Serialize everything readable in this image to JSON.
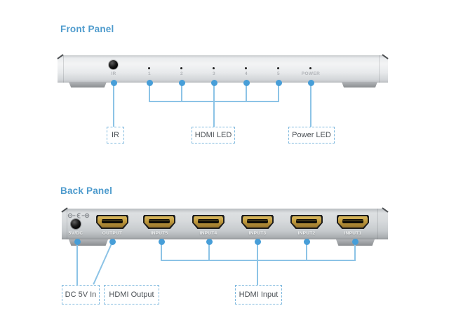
{
  "front": {
    "title": "Front Panel",
    "panel_labels": [
      "IR",
      "1",
      "2",
      "3",
      "4",
      "5",
      "POWER"
    ],
    "callouts": {
      "ir": "IR",
      "hdmi_led": "HDMI LED",
      "power_led": "Power LED"
    }
  },
  "back": {
    "title": "Back Panel",
    "panel_labels": [
      "5V/DC",
      "OUTPUT",
      "INPUT5",
      "INPUT4",
      "INPUT3",
      "INPUT2",
      "INPUT1"
    ],
    "callouts": {
      "dc": "DC 5V In",
      "output": "HDMI Output",
      "input": "HDMI Input"
    },
    "polarity_icon": "dc-polarity-center-positive-icon"
  },
  "colors": {
    "title_blue": "#4e9bcd",
    "callout_dot_blue": "#479ed8",
    "callout_line_blue": "#8cc3e6",
    "callout_box_border": "#7db8de",
    "callout_box_text": "#4b5055",
    "chassis_silver": "#d9dcde",
    "hdmi_gold": "#c09a3e"
  }
}
